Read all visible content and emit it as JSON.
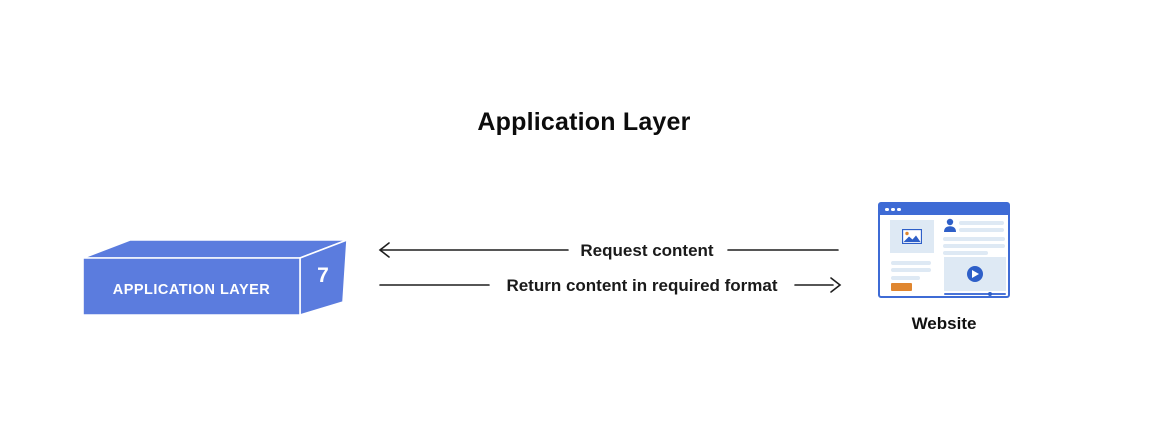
{
  "title": "Application Layer",
  "layer_box": {
    "label": "APPLICATION LAYER",
    "number": "7"
  },
  "arrows": {
    "request": {
      "label": "Request content",
      "direction": "left"
    },
    "return": {
      "label": "Return content in required format",
      "direction": "right"
    }
  },
  "website": {
    "label": "Website"
  },
  "colors": {
    "box_blue": "#5B7CDE",
    "arrow_black": "#1f1f1f",
    "window_blue": "#3E6BD5",
    "panel_light_blue": "#DEE9F4",
    "icon_blue": "#2E5FC8",
    "accent_orange": "#E0862F"
  }
}
